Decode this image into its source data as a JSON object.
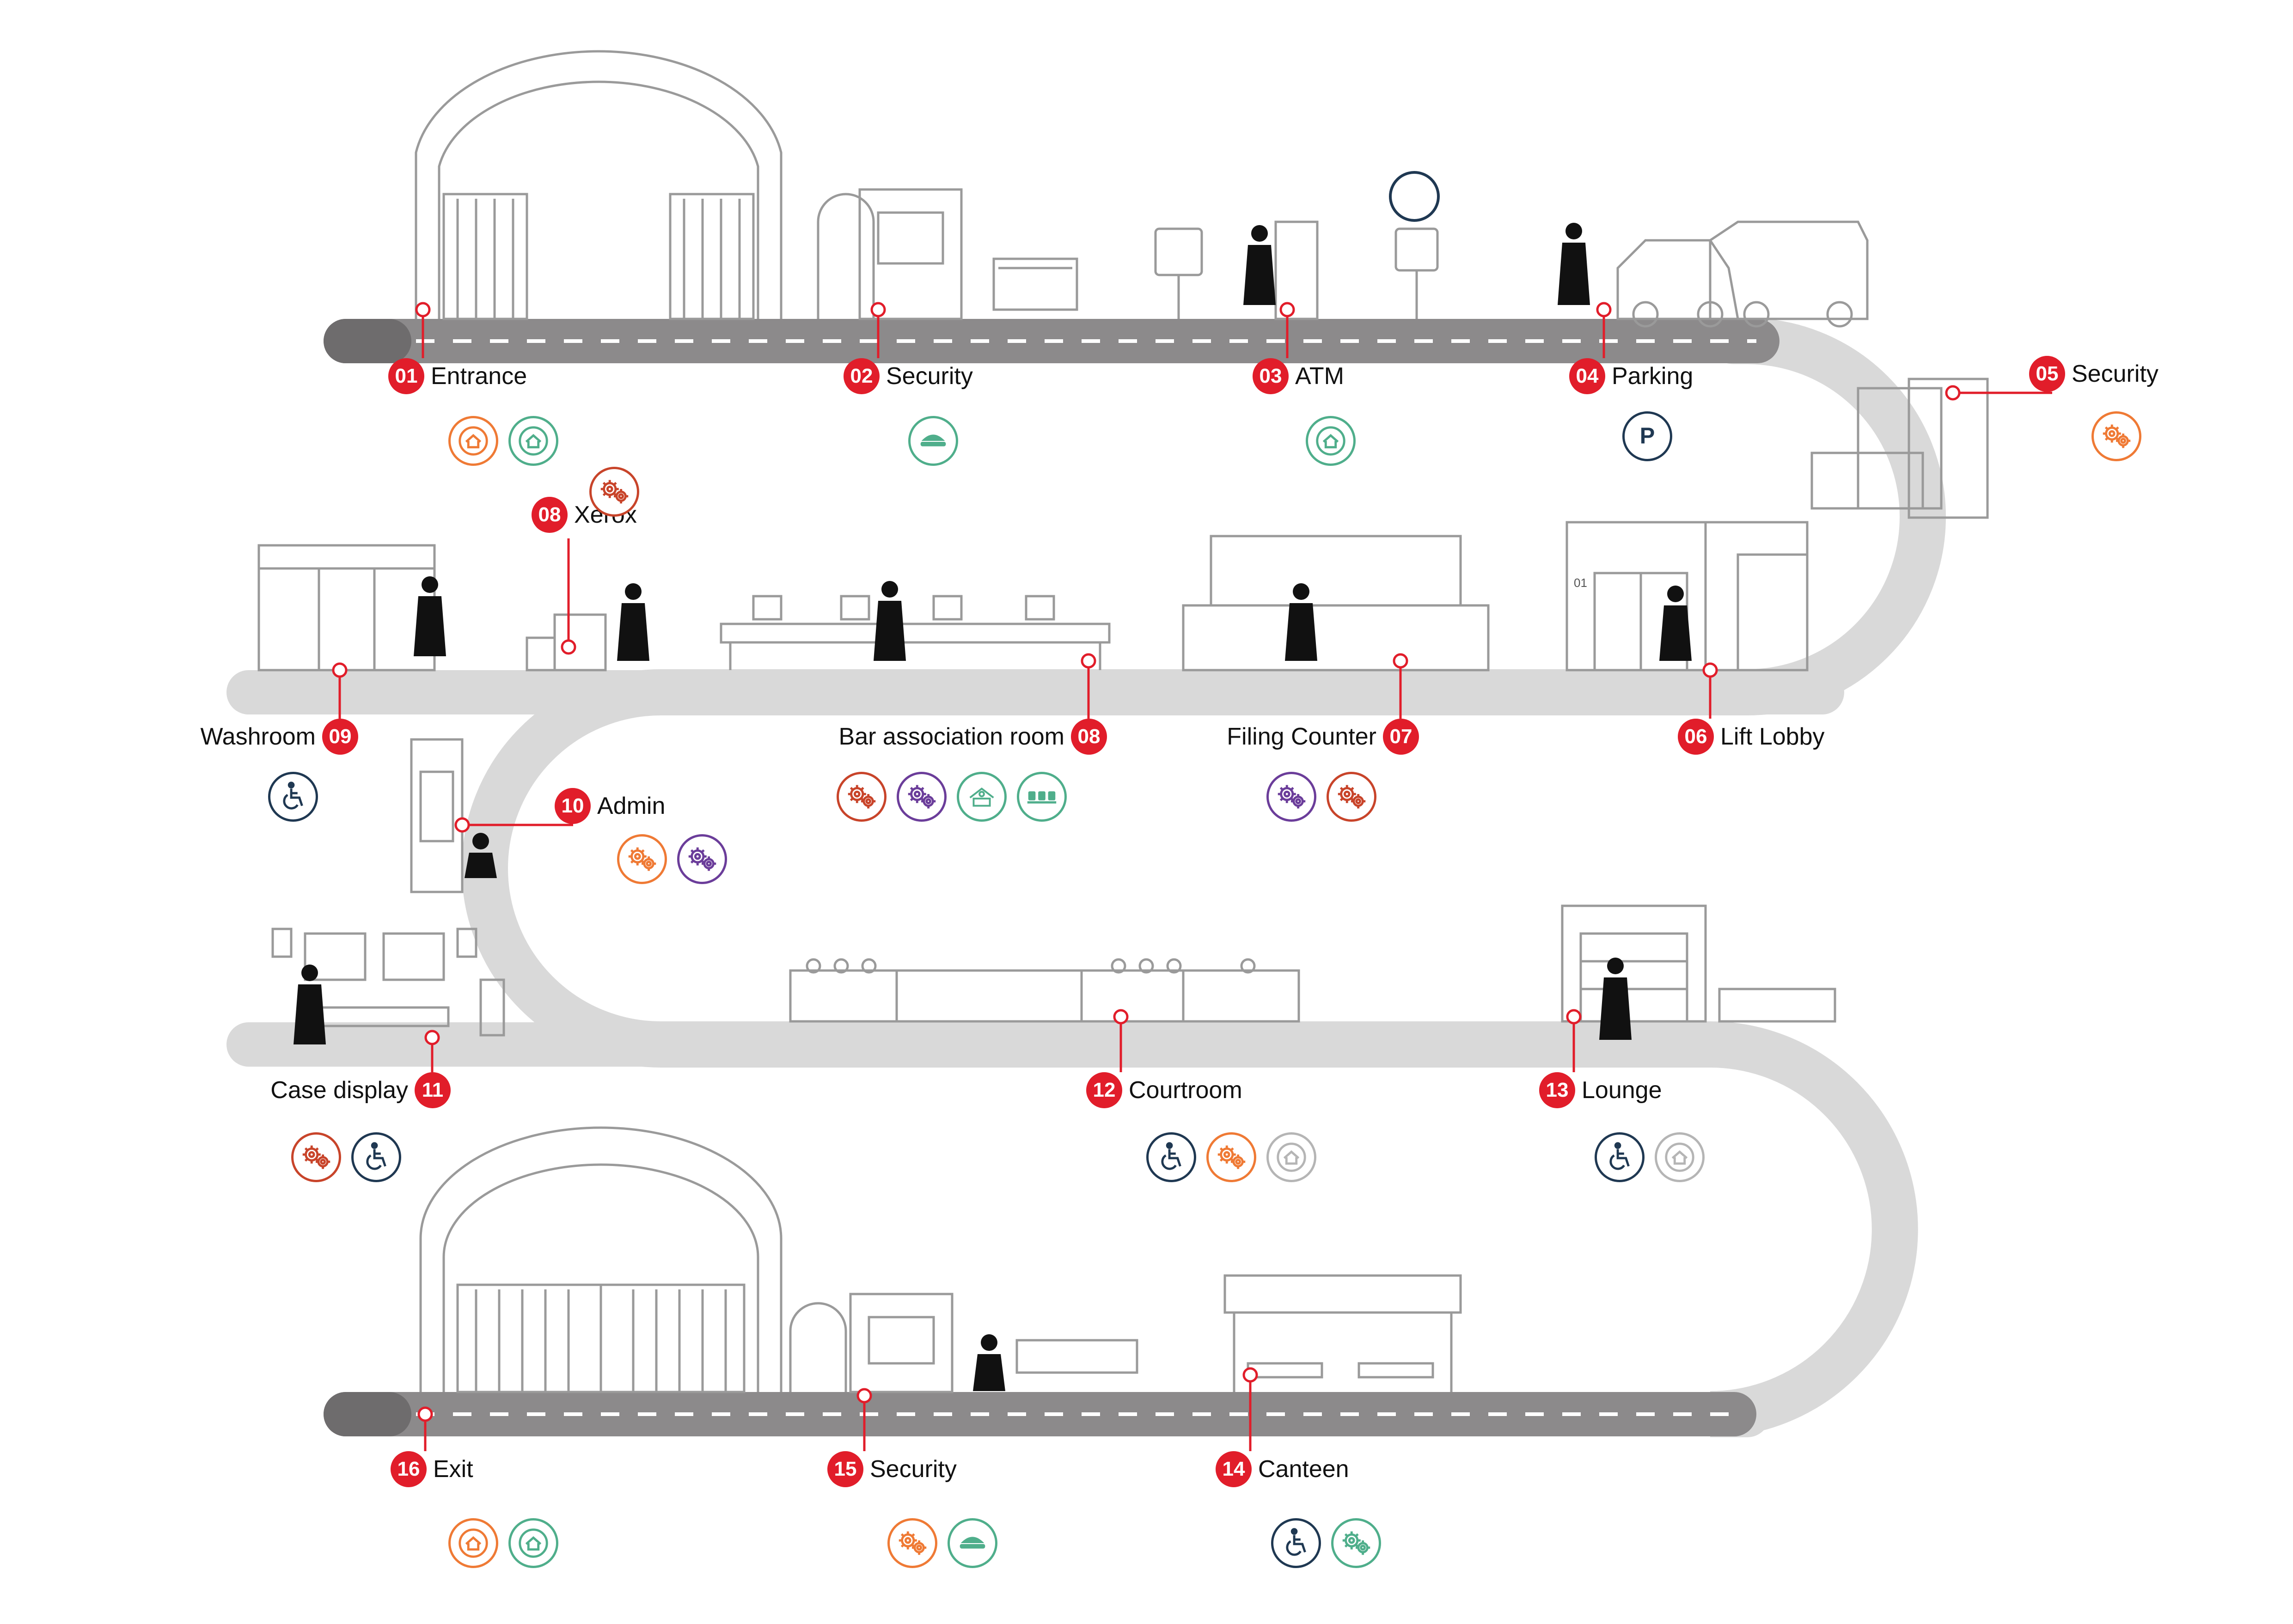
{
  "colors": {
    "road": "#8c8a8b",
    "path": "#d9d9d9",
    "accent": "#e11d2a",
    "orange": "#ef7a35",
    "green": "#4fae8b",
    "navy": "#1f3852",
    "purple": "#6b3d9a",
    "rust": "#c8442a",
    "grey": "#b5b5b5"
  },
  "stops": [
    {
      "num": "01",
      "name": "Entrance",
      "icons": [
        {
          "type": "home-icon",
          "color": "orange"
        },
        {
          "type": "home-icon",
          "color": "green"
        }
      ]
    },
    {
      "num": "02",
      "name": "Security",
      "icons": [
        {
          "type": "guard-cap-icon",
          "color": "green"
        }
      ]
    },
    {
      "num": "03",
      "name": "ATM",
      "icons": [
        {
          "type": "home-icon",
          "color": "green"
        }
      ]
    },
    {
      "num": "04",
      "name": "Parking",
      "icons": [
        {
          "type": "parking-icon",
          "color": "navy"
        }
      ]
    },
    {
      "num": "05",
      "name": "Security",
      "icons": [
        {
          "type": "gears-icon",
          "color": "orange"
        }
      ]
    },
    {
      "num": "06",
      "name": "Lift Lobby",
      "icons": []
    },
    {
      "num": "07",
      "name": "Filing Counter",
      "icons": [
        {
          "type": "gears-icon",
          "color": "purple"
        },
        {
          "type": "gears-icon",
          "color": "rust"
        }
      ]
    },
    {
      "num": "08",
      "name": "Bar association room",
      "icons": [
        {
          "type": "gears-icon",
          "color": "rust"
        },
        {
          "type": "gears-icon",
          "color": "purple"
        },
        {
          "type": "ac-unit-icon",
          "color": "green"
        },
        {
          "type": "seating-icon",
          "color": "green"
        }
      ]
    },
    {
      "num": "08",
      "name": "Xerox",
      "icons": [
        {
          "type": "gears-icon",
          "color": "rust"
        }
      ]
    },
    {
      "num": "09",
      "name": "Washroom",
      "icons": [
        {
          "type": "wheelchair-icon",
          "color": "navy"
        }
      ]
    },
    {
      "num": "10",
      "name": "Admin",
      "icons": [
        {
          "type": "gears-icon",
          "color": "orange"
        },
        {
          "type": "gears-icon",
          "color": "purple"
        }
      ]
    },
    {
      "num": "11",
      "name": "Case display",
      "icons": [
        {
          "type": "gears-icon",
          "color": "rust"
        },
        {
          "type": "wheelchair-icon",
          "color": "navy"
        }
      ]
    },
    {
      "num": "12",
      "name": "Courtroom",
      "icons": [
        {
          "type": "wheelchair-icon",
          "color": "navy"
        },
        {
          "type": "gears-icon",
          "color": "orange"
        },
        {
          "type": "home-icon",
          "color": "grey"
        }
      ]
    },
    {
      "num": "13",
      "name": "Lounge",
      "icons": [
        {
          "type": "wheelchair-icon",
          "color": "navy"
        },
        {
          "type": "home-icon",
          "color": "grey"
        }
      ]
    },
    {
      "num": "14",
      "name": "Canteen",
      "icons": [
        {
          "type": "wheelchair-icon",
          "color": "navy"
        },
        {
          "type": "gears-icon",
          "color": "green"
        }
      ]
    },
    {
      "num": "15",
      "name": "Security",
      "icons": [
        {
          "type": "gears-icon",
          "color": "orange"
        },
        {
          "type": "guard-cap-icon",
          "color": "green"
        }
      ]
    },
    {
      "num": "16",
      "name": "Exit",
      "icons": [
        {
          "type": "home-icon",
          "color": "orange"
        },
        {
          "type": "home-icon",
          "color": "green"
        }
      ]
    }
  ],
  "signs": {
    "lift_floor": "01"
  }
}
